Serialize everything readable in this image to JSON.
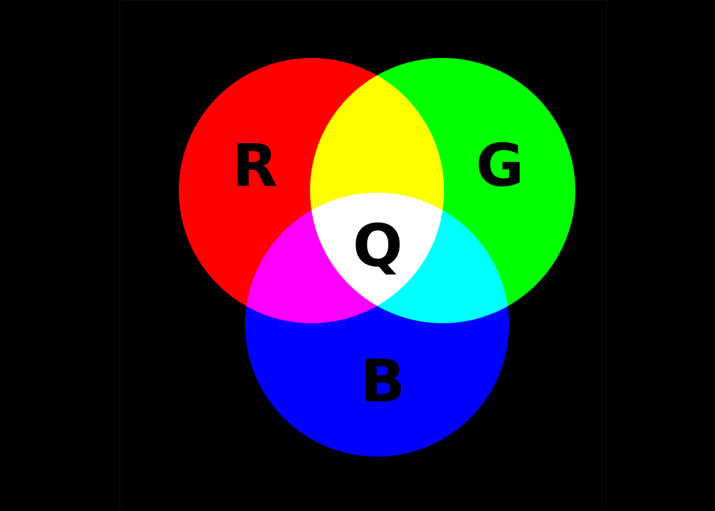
{
  "diagram": {
    "type": "additive-color-venn",
    "background_color": "#000000",
    "circles": [
      {
        "label": "R",
        "color": "#ff0000"
      },
      {
        "label": "G",
        "color": "#00ff00"
      },
      {
        "label": "B",
        "color": "#0000ff"
      }
    ],
    "overlaps": {
      "red_green": "#ffff00",
      "red_blue": "#ff00ff",
      "green_blue": "#00ffff",
      "all": "#ffffff"
    },
    "center_label": "Q",
    "label_color": "#000000"
  }
}
